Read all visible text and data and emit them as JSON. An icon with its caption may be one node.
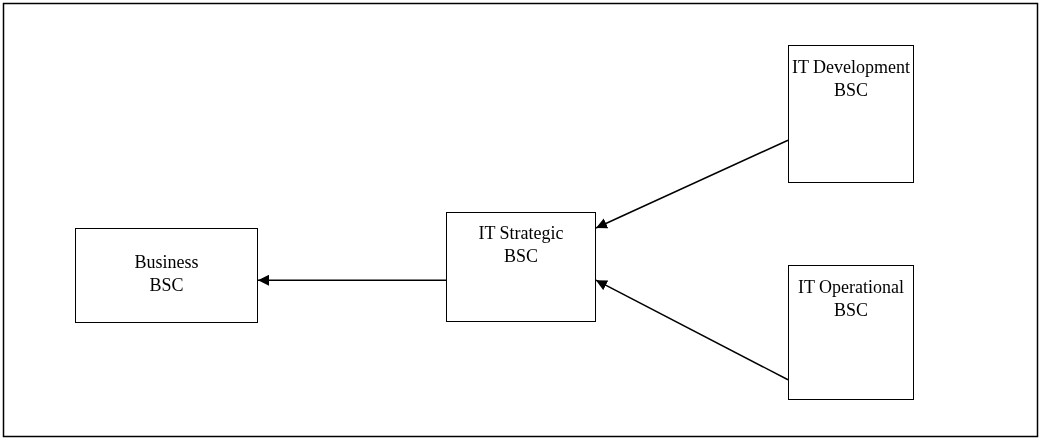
{
  "diagram": {
    "nodes": [
      {
        "text": [
          "Business BSC"
        ]
      },
      {
        "text": [
          "IT Strategic BSC"
        ]
      },
      {
        "text": [
          "IT Development BSC"
        ]
      },
      {
        "text": [
          "IT Operational BSC"
        ]
      }
    ],
    "edges": [
      {
        "from": 1,
        "to": 0,
        "arrow": "to"
      },
      {
        "from": 2,
        "to": 1,
        "arrow": "to"
      },
      {
        "from": 3,
        "to": 1,
        "arrow": "to"
      }
    ]
  }
}
